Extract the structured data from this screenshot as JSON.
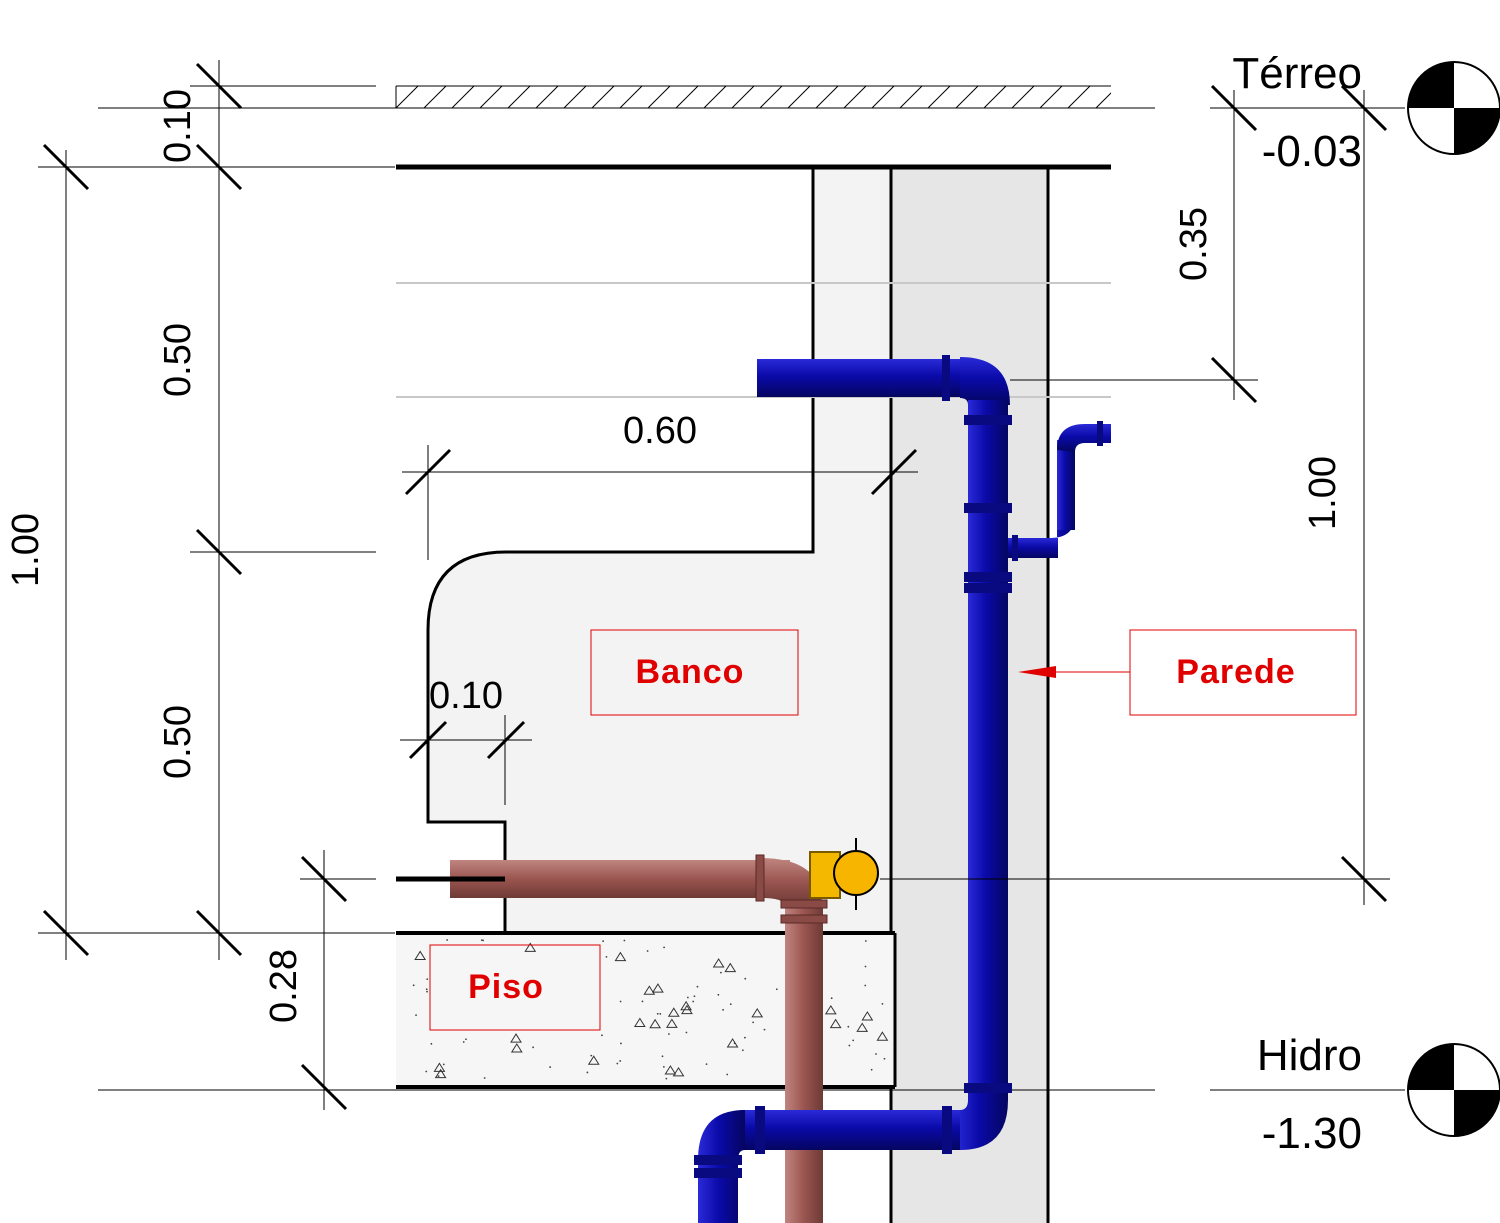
{
  "levels": {
    "top": {
      "name": "Térreo",
      "value": "-0.03"
    },
    "bottom": {
      "name": "Hidro",
      "value": "-1.30"
    }
  },
  "dimensions": {
    "slab_thickness": "0.10",
    "total_height_left": "1.00",
    "upper_height": "0.50",
    "lower_height": "0.50",
    "bench_depth": "0.60",
    "toe_recess": "0.10",
    "floor_thickness": "0.28",
    "top_pipe_drop": "0.35",
    "total_height_right": "1.00"
  },
  "tags": {
    "bench": "Banco",
    "wall": "Parede",
    "floor": "Piso"
  },
  "colors": {
    "label_red": "#e00000",
    "water_pipe_blue": "#0a0a9e",
    "drain_pipe_brown": "#a05a55",
    "valve_yellow": "#f5b800",
    "wall_fill": "#e6e6e6",
    "bench_fill": "#f3f3f3"
  }
}
